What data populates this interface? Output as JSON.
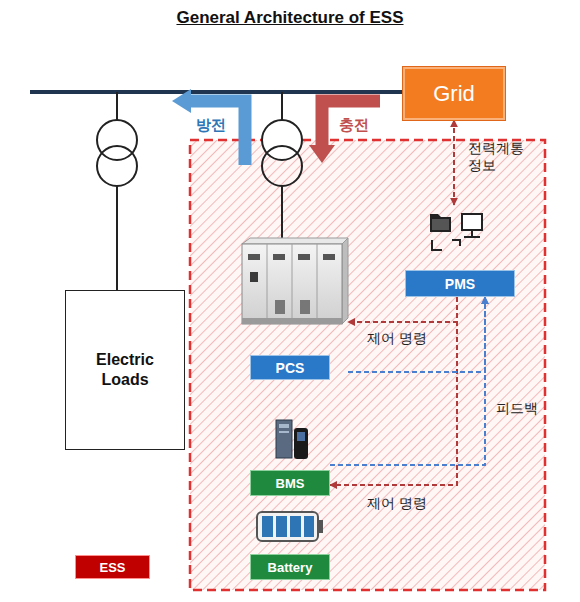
{
  "diagram": {
    "title": "General Architecture of ESS",
    "nodes": [
      {
        "text": [
          "Grid"
        ]
      },
      {
        "text": [
          "PMS"
        ]
      },
      {
        "text": [
          "PCS"
        ]
      },
      {
        "text": [
          "BMS"
        ]
      },
      {
        "text": [
          "Battery"
        ]
      },
      {
        "text": [
          "Electric Loads"
        ]
      }
    ],
    "edges": [
      {
        "from": 0,
        "to": 1,
        "arrow": "both",
        "label": "전력계통 정보"
      },
      {
        "from": 1,
        "to": 2,
        "arrow": "to",
        "label": "제어 명령"
      },
      {
        "from": 1,
        "to": 3,
        "arrow": "to",
        "label": "제어 명령"
      },
      {
        "from": 2,
        "to": 1,
        "arrow": "to",
        "label": "피드백"
      },
      {
        "from": 3,
        "to": 1,
        "arrow": "to"
      }
    ],
    "labels": [
      "방전",
      "충전"
    ],
    "legend": [
      {
        "text": "ESS",
        "color": "#c00000"
      }
    ]
  }
}
